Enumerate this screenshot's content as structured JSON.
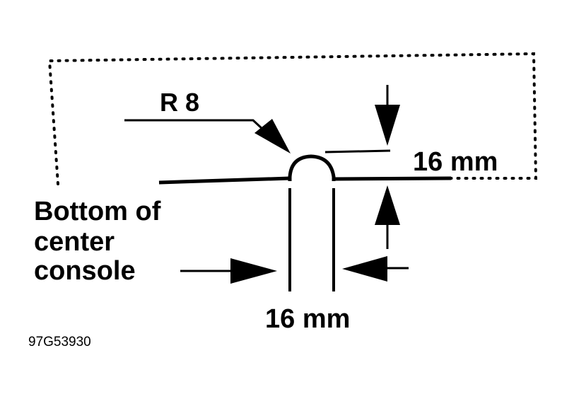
{
  "radius_label": "R 8",
  "height_dimension_label": "16 mm",
  "width_dimension_label": "16 mm",
  "part_label": {
    "line1": "Bottom of",
    "line2": "center",
    "line3": "console"
  },
  "figure_id": "97G53930",
  "colors": {
    "ink": "#000000",
    "paper": "#ffffff"
  }
}
